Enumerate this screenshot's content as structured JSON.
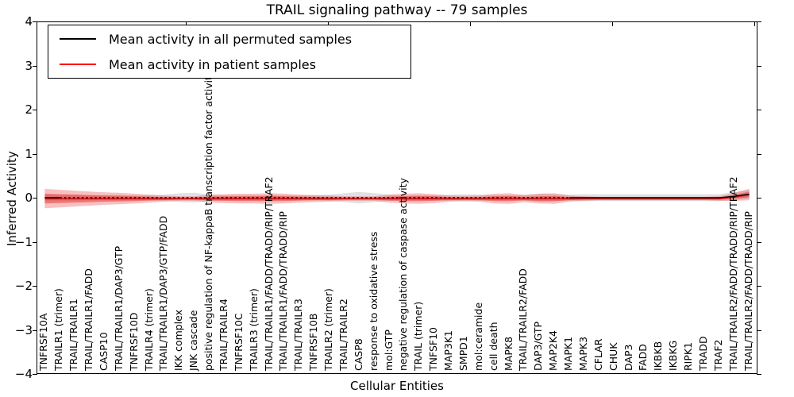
{
  "title": "TRAIL signaling pathway -- 79 samples",
  "axes": {
    "xlabel": "Cellular Entities",
    "ylabel": "Inferred Activity",
    "ytick_labels": [
      "4",
      "3",
      "2",
      "1",
      "0",
      "−1",
      "−2",
      "−3",
      "−4"
    ]
  },
  "legend": {
    "entries": [
      {
        "label": "Mean activity in all permuted samples",
        "color": "#000000"
      },
      {
        "label": "Mean activity in patient samples",
        "color": "#ff0000"
      }
    ]
  },
  "chart_data": {
    "type": "line",
    "title": "TRAIL signaling pathway -- 79 samples",
    "xlabel": "Cellular Entities",
    "ylabel": "Inferred Activity",
    "ylim": [
      -4,
      4
    ],
    "yticks": [
      4,
      3,
      2,
      1,
      0,
      -1,
      -2,
      -3,
      -4
    ],
    "grid": false,
    "legend_position": "upper left",
    "categories": [
      "TNFRSF10A",
      "TRAILR1 (trimer)",
      "TRAIL/TRAILR1",
      "TRAIL/TRAILR1/FADD",
      "CASP10",
      "TRAIL/TRAILR1/DAP3/GTP",
      "TNFRSF10D",
      "TRAILR4 (trimer)",
      "TRAIL/TRAILR1/DAP3/GTP/FADD",
      "IKK complex",
      "JNK cascade",
      "positive regulation of NF-kappaB transcription factor activity",
      "TRAIL/TRAILR4",
      "TNFRSF10C",
      "TRAILR3 (trimer)",
      "TRAIL/TRAILR1/FADD/TRADD/RIP/TRAF2",
      "TRAIL/TRAILR1/FADD/TRADD/RIP",
      "TRAIL/TRAILR3",
      "TNFRSF10B",
      "TRAILR2 (trimer)",
      "TRAIL/TRAILR2",
      "CASP8",
      "response to oxidative stress",
      "mol:GTP",
      "negative regulation of caspase activity",
      "TRAIL (trimer)",
      "TNFSF10",
      "MAP3K1",
      "SMPD1",
      "mol:ceramide",
      "cell death",
      "MAPK8",
      "TRAIL/TRAILR2/FADD",
      "DAP3/GTP",
      "MAP2K4",
      "MAPK1",
      "MAPK3",
      "CFLAR",
      "CHUK",
      "DAP3",
      "FADD",
      "IKBKB",
      "IKBKG",
      "RIPK1",
      "TRADD",
      "TRAF2",
      "TRAIL/TRAILR2/FADD/TRADD/RIP/TRAF2",
      "TRAIL/TRAILR2/FADD/TRADD/RIP"
    ],
    "series": [
      {
        "name": "Mean activity in all permuted samples",
        "color": "#000000",
        "style": "partially-dashed",
        "values": [
          0,
          0,
          0,
          0,
          0,
          0,
          0,
          0,
          0,
          0,
          0,
          0,
          0,
          0,
          0,
          0,
          0,
          0,
          0,
          0,
          0,
          0,
          0,
          0,
          0,
          0,
          0,
          0,
          0,
          0,
          0,
          0,
          0,
          0,
          0,
          0,
          0,
          0,
          0,
          0,
          0,
          0,
          0,
          0,
          0,
          0,
          0.03,
          0.08
        ],
        "band_std": [
          0.08,
          0.07,
          0.07,
          0.06,
          0.06,
          0.06,
          0.06,
          0.06,
          0.07,
          0.1,
          0.11,
          0.07,
          0.06,
          0.06,
          0.06,
          0.06,
          0.06,
          0.06,
          0.06,
          0.07,
          0.1,
          0.13,
          0.1,
          0.07,
          0.06,
          0.06,
          0.06,
          0.07,
          0.08,
          0.07,
          0.06,
          0.06,
          0.07,
          0.09,
          0.08,
          0.07,
          0.08,
          0.08,
          0.08,
          0.08,
          0.08,
          0.08,
          0.08,
          0.08,
          0.08,
          0.08,
          0.09,
          0.1
        ],
        "band_color": "rgba(160,160,160,0.32)"
      },
      {
        "name": "Mean activity in patient samples",
        "color": "#e02020",
        "style": "solid",
        "values": [
          -0.02,
          -0.02,
          -0.02,
          -0.02,
          -0.02,
          -0.02,
          -0.02,
          -0.02,
          -0.02,
          -0.02,
          -0.02,
          -0.02,
          -0.02,
          -0.02,
          -0.02,
          -0.02,
          -0.02,
          -0.02,
          -0.02,
          -0.02,
          -0.02,
          -0.02,
          -0.02,
          -0.02,
          -0.02,
          -0.02,
          -0.02,
          -0.02,
          -0.02,
          -0.02,
          -0.02,
          -0.02,
          -0.02,
          -0.02,
          -0.02,
          -0.02,
          -0.02,
          -0.02,
          -0.02,
          -0.02,
          -0.02,
          -0.02,
          -0.02,
          -0.02,
          -0.02,
          -0.02,
          0.02,
          0.07
        ],
        "band_std": [
          0.22,
          0.2,
          0.18,
          0.16,
          0.14,
          0.13,
          0.11,
          0.09,
          0.07,
          0.05,
          0.05,
          0.09,
          0.1,
          0.11,
          0.11,
          0.12,
          0.11,
          0.09,
          0.08,
          0.07,
          0.05,
          0.05,
          0.05,
          0.09,
          0.11,
          0.12,
          0.1,
          0.07,
          0.06,
          0.07,
          0.11,
          0.12,
          0.08,
          0.11,
          0.12,
          0.07,
          0.05,
          0.04,
          0.04,
          0.04,
          0.04,
          0.04,
          0.04,
          0.04,
          0.04,
          0.05,
          0.09,
          0.13
        ],
        "band_color_outer": "rgba(230,60,60,0.32)",
        "band_color_inner": "rgba(230,60,60,0.55)"
      }
    ],
    "top_ticks_x": [
      234,
      413,
      592,
      771,
      950
    ]
  }
}
